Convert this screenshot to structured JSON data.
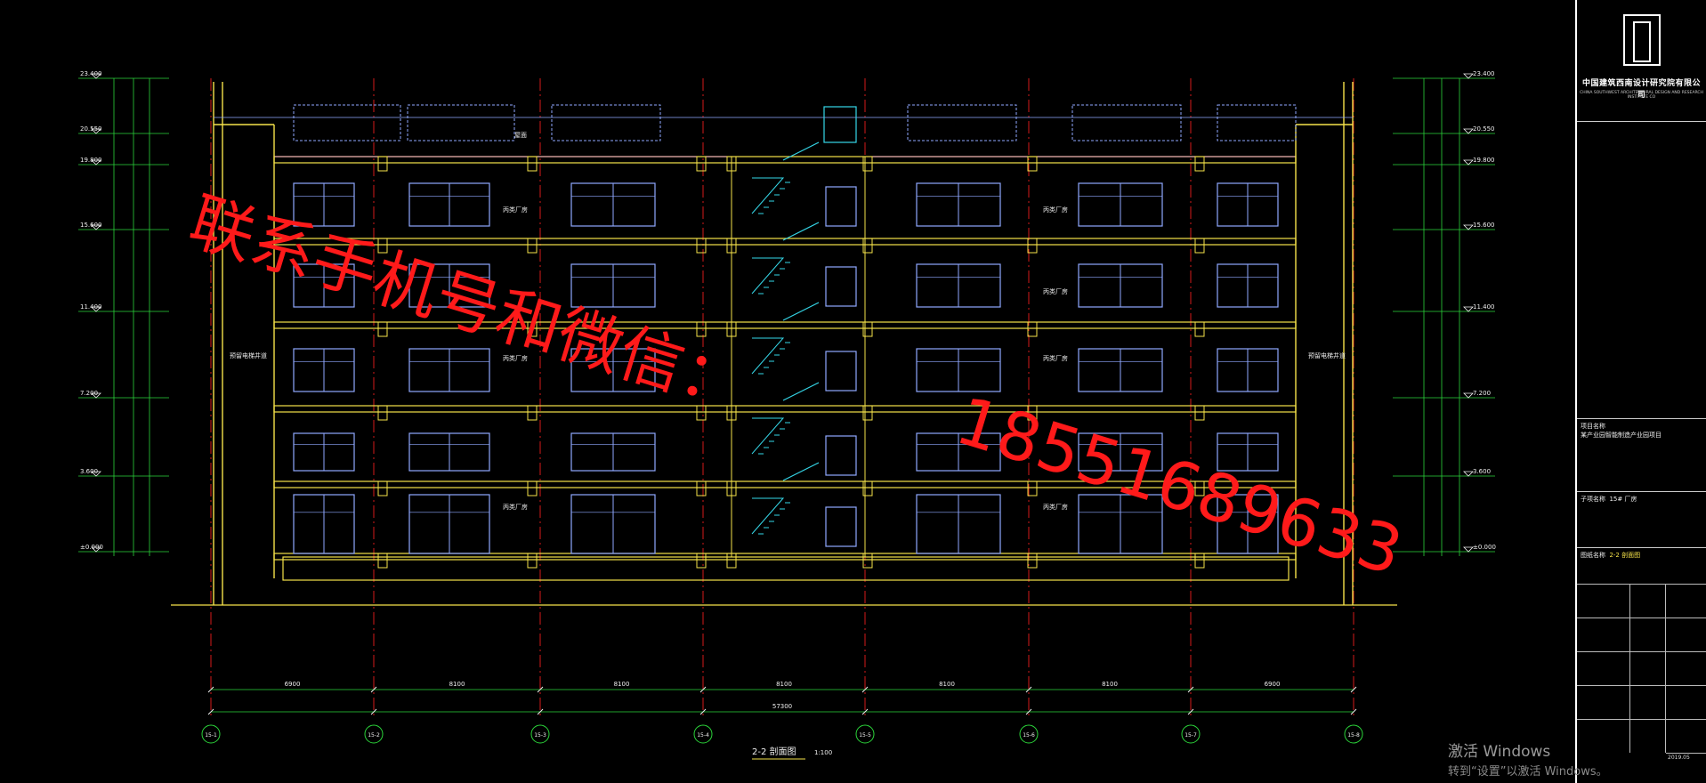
{
  "drawing": {
    "caption": "2-2 剖面图",
    "scale": "1:100",
    "room_label": "丙类厂房",
    "shaft_label": "预留电梯井道",
    "roof_label": "屋面",
    "level_labels_left": [
      "23.400",
      "20.550",
      "19.800",
      "15.600",
      "11.400",
      "7.200",
      "3.600",
      "±0.000"
    ],
    "level_labels_right": [
      "23.400",
      "20.550",
      "19.800",
      "15.600",
      "11.400",
      "7.200",
      "3.600",
      "±0.000"
    ],
    "axis_labels": [
      "15-1",
      "15-2",
      "15-3",
      "15-4",
      "15-5",
      "15-6",
      "15-7",
      "15-8"
    ],
    "span_dims": [
      "6900",
      "8100",
      "8100",
      "8100",
      "8100",
      "8100",
      "6900"
    ],
    "total_dim": "57300",
    "colors": {
      "wall": "#f5e24a",
      "window": "#8fa8ff",
      "stair": "#35d7e8",
      "axis": "#d31a1a",
      "dim": "#2bd43a",
      "slab": "#ffb8d0"
    }
  },
  "overlay": {
    "text_cn": "联系手机号和微信：",
    "text_phone": "18551689633",
    "color": "#ff1a1a"
  },
  "title_block": {
    "firm_cn": "中国建筑西南设计研究院有限公司",
    "firm_en": "CHINA SOUTHWEST ARCHITECTURAL DESIGN AND RESEARCH INSTITUTE CO",
    "project_label": "项目名称",
    "project_value": "某产业园智能制造产业园项目",
    "subproject_label": "子项名称",
    "subproject_value": "15# 厂房",
    "drawing_label": "图纸名称",
    "drawing_value": "2-2 剖面图",
    "date": "2019.05"
  },
  "watermark": {
    "line1": "激活 Windows",
    "line2": "转到“设置”以激活 Windows。"
  }
}
